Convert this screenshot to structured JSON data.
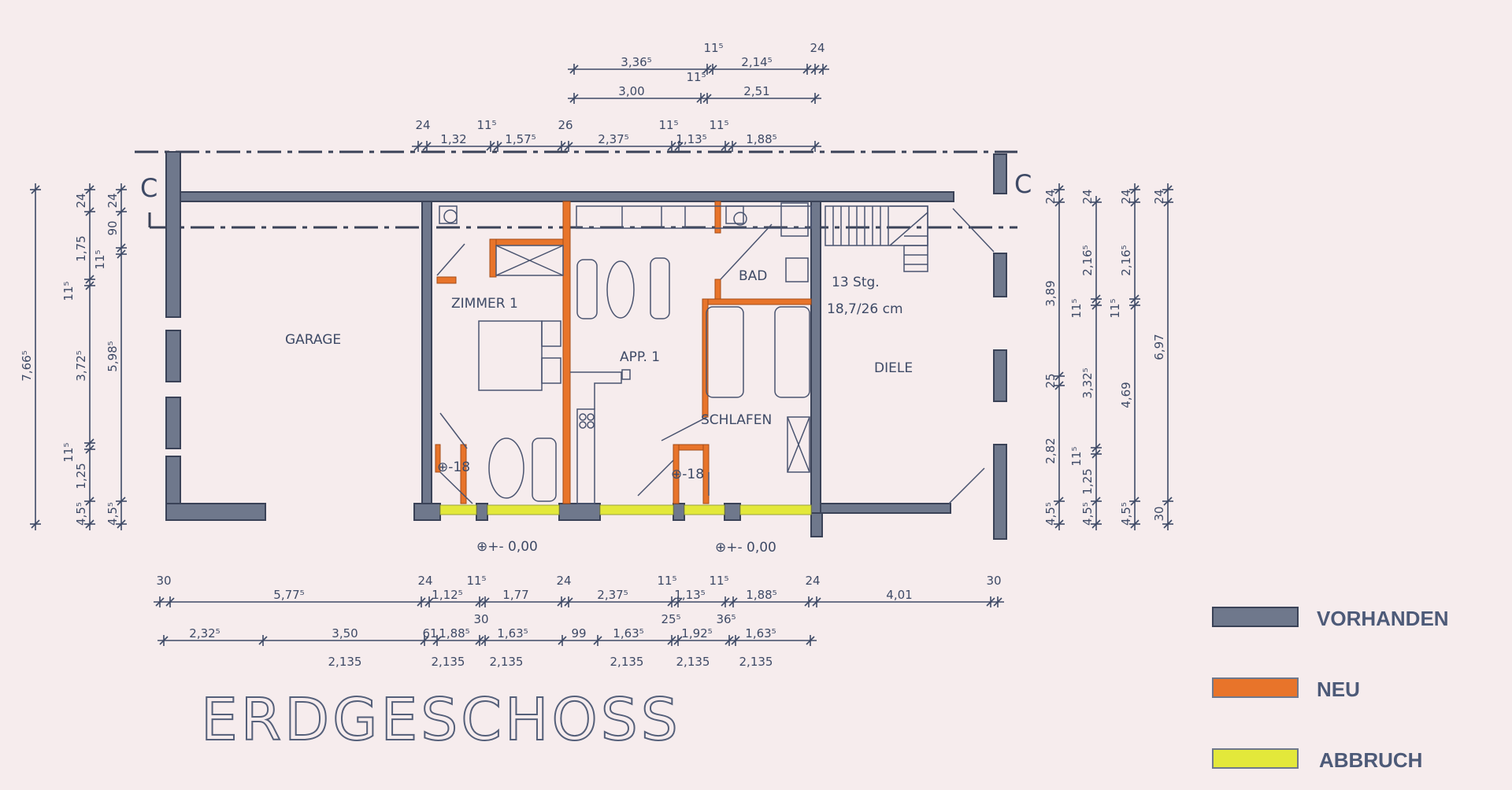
{
  "title": "ERDGESCHOSS",
  "section_marks": [
    "C",
    "C"
  ],
  "rooms": {
    "garage": "GARAGE",
    "zimmer": "ZIMMER 1",
    "app": "APP. 1",
    "bad": "BAD",
    "stairs_count": "13 Stg.",
    "stairs_ratio": "18,7/26 cm",
    "diele": "DIELE",
    "schlafen": "SCHLAFEN",
    "level_left": "⊕-18",
    "level_mid": "⊕-18",
    "level_entry_left": "⊕+- 0,00",
    "level_entry_right": "⊕+- 0,00"
  },
  "dimensions": {
    "top_row1": [
      "3,36⁵",
      "11⁵",
      "2,14⁵",
      "24"
    ],
    "top_row2": [
      "3,00",
      "11⁵",
      "2,51"
    ],
    "top_row3": [
      "24",
      "1,32",
      "11⁵",
      "1,57⁵",
      "26",
      "2,37⁵",
      "11⁵",
      "1,13⁵",
      "11⁵",
      "1,88⁵"
    ],
    "bottom_row1": [
      "30",
      "5,77⁵",
      "24",
      "1,12⁵",
      "11⁵",
      "1,77",
      "24",
      "2,37⁵",
      "11⁵",
      "1,13⁵",
      "11⁵",
      "1,88⁵",
      "24",
      "4,01",
      "30"
    ],
    "bottom_row2": [
      "2,32⁵",
      "3,50",
      "61",
      "1,88⁵",
      "30",
      "1,63⁵",
      "99",
      "1,63⁵",
      "25⁵",
      "1,92⁵",
      "36⁵",
      "1,63⁵"
    ],
    "bottom_row2_heights": [
      "2,135",
      "2,135",
      "2,135",
      "2,135",
      "2,135",
      "2,135"
    ],
    "left_col1": [
      "7,66⁵"
    ],
    "left_col2": [
      "24",
      "1,75",
      "11⁵",
      "3,72⁵",
      "11⁵",
      "1,25",
      "4,5⁵"
    ],
    "left_col3": [
      "24",
      "90",
      "11⁵",
      "5,98⁵",
      "4,5⁵"
    ],
    "right_col1": [
      "24",
      "3,89",
      "25",
      "2,82",
      "4,5⁵"
    ],
    "right_col2": [
      "24",
      "2,16⁵",
      "11⁵",
      "3,32⁵",
      "11⁵",
      "1,25",
      "4,5⁵"
    ],
    "right_col3": [
      "24",
      "2,16⁵",
      "11⁵",
      "4,69",
      "4,5⁵"
    ],
    "right_col4": [
      "24",
      "6,97",
      "30"
    ]
  },
  "legend": [
    {
      "label": "VORHANDEN",
      "color": "#6f788c"
    },
    {
      "label": "NEU",
      "color": "#e8742a"
    },
    {
      "label": "ABBRUCH",
      "color": "#e3e83a"
    }
  ]
}
